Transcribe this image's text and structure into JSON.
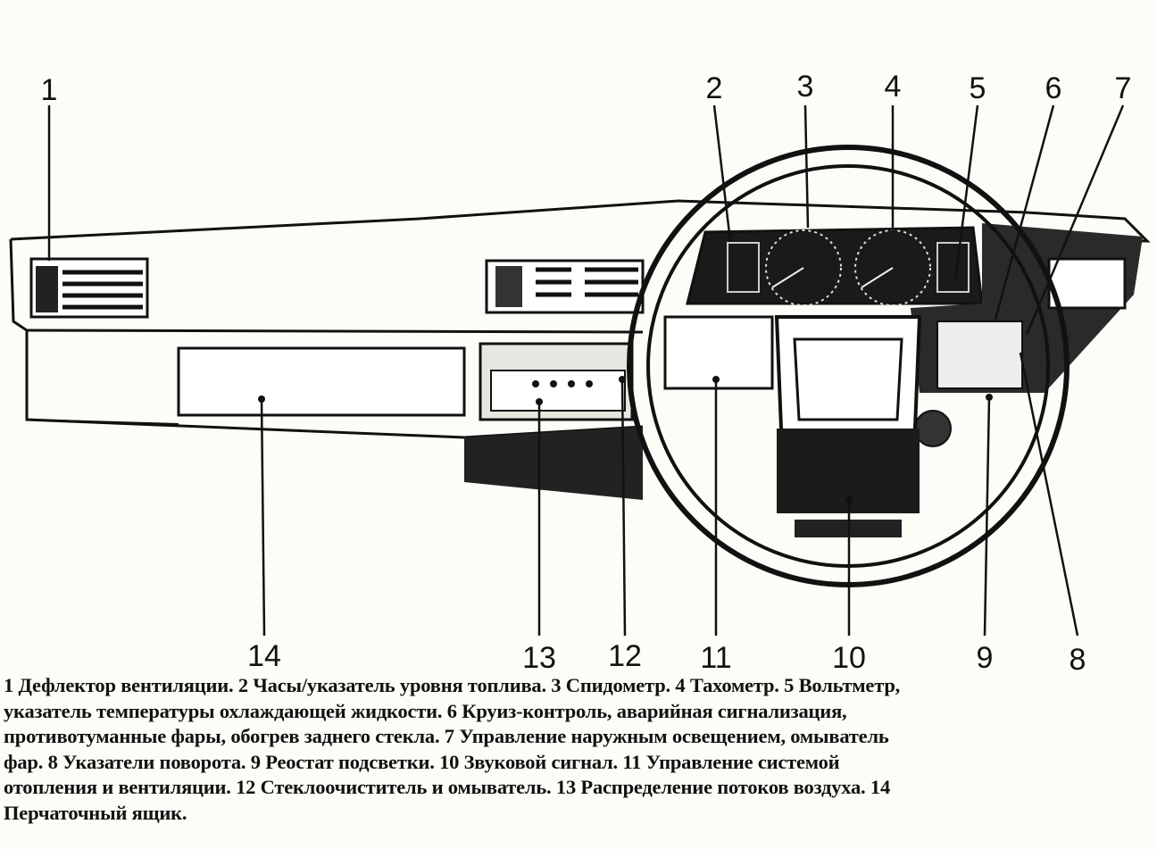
{
  "callouts": [
    "1",
    "2",
    "3",
    "4",
    "5",
    "6",
    "7",
    "8",
    "9",
    "10",
    "11",
    "12",
    "13",
    "14"
  ],
  "caption_lines": [
    "1 Дефлектор вентиляции. 2 Часы/указатель уровня топлива. 3 Спидометр. 4 Тахометр. 5 Вольтметр,",
    "указатель температуры охлаждающей жидкости. 6 Круиз-контроль, аварийная сигнализация,",
    "противотуманные фары, обогрев заднего стекла. 7 Управление наружным освещением, омыватель",
    "фар. 8 Указатели поворота. 9 Реостат подсветки. 10 Звуковой сигнал. 11 Управление системой",
    "отопления и вентиляции. 12 Стеклоочиститель и омыватель. 13 Распределение потоков воздуха. 14",
    "Перчаточный ящик."
  ]
}
